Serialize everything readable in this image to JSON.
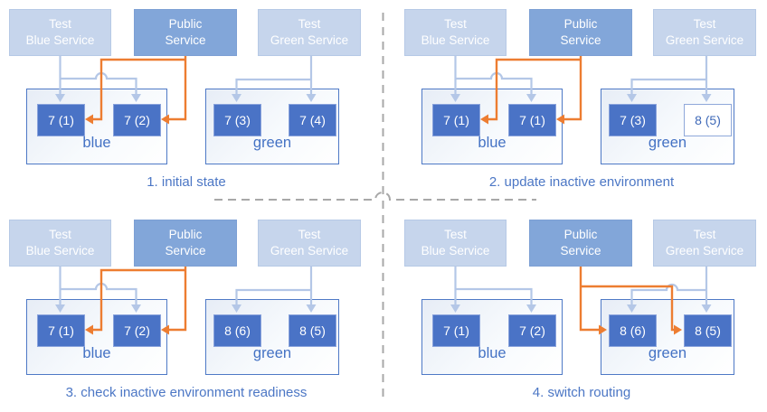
{
  "colors": {
    "accent_blue": "#4472c4",
    "pod_fill": "#4a73c6",
    "test_service_fill": "#c6d5ec",
    "public_service_fill": "#82a6d9",
    "test_route_arrow": "#b4c7e7",
    "public_route_arrow": "#ed7d31",
    "divider_gray": "#a8a8a8",
    "caption_text": "#4c77c5"
  },
  "panels": [
    {
      "caption": "1. initial state",
      "public_routes_to": "blue",
      "services": [
        {
          "id": "test-blue-service",
          "kind": "test",
          "lines": [
            "Test",
            "Blue Service"
          ]
        },
        {
          "id": "public-service",
          "kind": "public",
          "lines": [
            "Public",
            "Service"
          ]
        },
        {
          "id": "test-green-service",
          "kind": "test",
          "lines": [
            "Test",
            "Green Service"
          ]
        }
      ],
      "environments": [
        {
          "name": "blue",
          "pods": [
            {
              "label": "7 (1)",
              "variant": "active"
            },
            {
              "label": "7 (2)",
              "variant": "active"
            }
          ]
        },
        {
          "name": "green",
          "pods": [
            {
              "label": "7 (3)",
              "variant": "active"
            },
            {
              "label": "7 (4)",
              "variant": "active"
            }
          ]
        }
      ]
    },
    {
      "caption": "2. update inactive environment",
      "public_routes_to": "blue",
      "services": [
        {
          "id": "test-blue-service",
          "kind": "test",
          "lines": [
            "Test",
            "Blue Service"
          ]
        },
        {
          "id": "public-service",
          "kind": "public",
          "lines": [
            "Public",
            "Service"
          ]
        },
        {
          "id": "test-green-service",
          "kind": "test",
          "lines": [
            "Test",
            "Green Service"
          ]
        }
      ],
      "environments": [
        {
          "name": "blue",
          "pods": [
            {
              "label": "7 (1)",
              "variant": "active"
            },
            {
              "label": "7 (1)",
              "variant": "active"
            }
          ]
        },
        {
          "name": "green",
          "pods": [
            {
              "label": "7 (3)",
              "variant": "active"
            },
            {
              "label": "8 (5)",
              "variant": "new"
            }
          ]
        }
      ]
    },
    {
      "caption": "3. check inactive environment readiness",
      "public_routes_to": "blue",
      "services": [
        {
          "id": "test-blue-service",
          "kind": "test",
          "lines": [
            "Test",
            "Blue Service"
          ]
        },
        {
          "id": "public-service",
          "kind": "public",
          "lines": [
            "Public",
            "Service"
          ]
        },
        {
          "id": "test-green-service",
          "kind": "test",
          "lines": [
            "Test",
            "Green Service"
          ]
        }
      ],
      "environments": [
        {
          "name": "blue",
          "pods": [
            {
              "label": "7 (1)",
              "variant": "active"
            },
            {
              "label": "7 (2)",
              "variant": "active"
            }
          ]
        },
        {
          "name": "green",
          "pods": [
            {
              "label": "8 (6)",
              "variant": "active"
            },
            {
              "label": "8 (5)",
              "variant": "active"
            }
          ]
        }
      ]
    },
    {
      "caption": "4. switch routing",
      "public_routes_to": "green",
      "services": [
        {
          "id": "test-blue-service",
          "kind": "test",
          "lines": [
            "Test",
            "Blue Service"
          ]
        },
        {
          "id": "public-service",
          "kind": "public",
          "lines": [
            "Public",
            "Service"
          ]
        },
        {
          "id": "test-green-service",
          "kind": "test",
          "lines": [
            "Test",
            "Green Service"
          ]
        }
      ],
      "environments": [
        {
          "name": "blue",
          "pods": [
            {
              "label": "7 (1)",
              "variant": "active"
            },
            {
              "label": "7 (2)",
              "variant": "active"
            }
          ]
        },
        {
          "name": "green",
          "pods": [
            {
              "label": "8 (6)",
              "variant": "active"
            },
            {
              "label": "8 (5)",
              "variant": "active"
            }
          ]
        }
      ]
    }
  ]
}
